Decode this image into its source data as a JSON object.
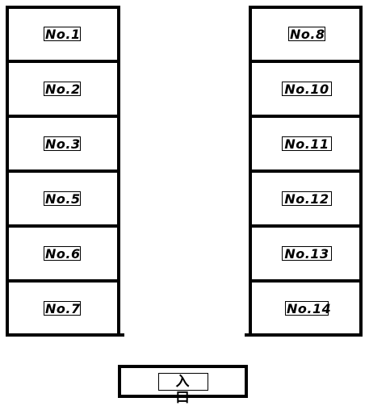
{
  "parking_lot": {
    "left_spaces": [
      {
        "label": "No.1"
      },
      {
        "label": "No.2"
      },
      {
        "label": "No.3"
      },
      {
        "label": "No.5"
      },
      {
        "label": "No.6"
      },
      {
        "label": "No.7"
      }
    ],
    "right_spaces": [
      {
        "label": "No.8"
      },
      {
        "label": "No.10"
      },
      {
        "label": "No.11"
      },
      {
        "label": "No.12"
      },
      {
        "label": "No.13"
      },
      {
        "label": "No.14"
      }
    ],
    "entrance_label": "入 口",
    "line_color": "#000000",
    "background_color": "#ffffff"
  }
}
